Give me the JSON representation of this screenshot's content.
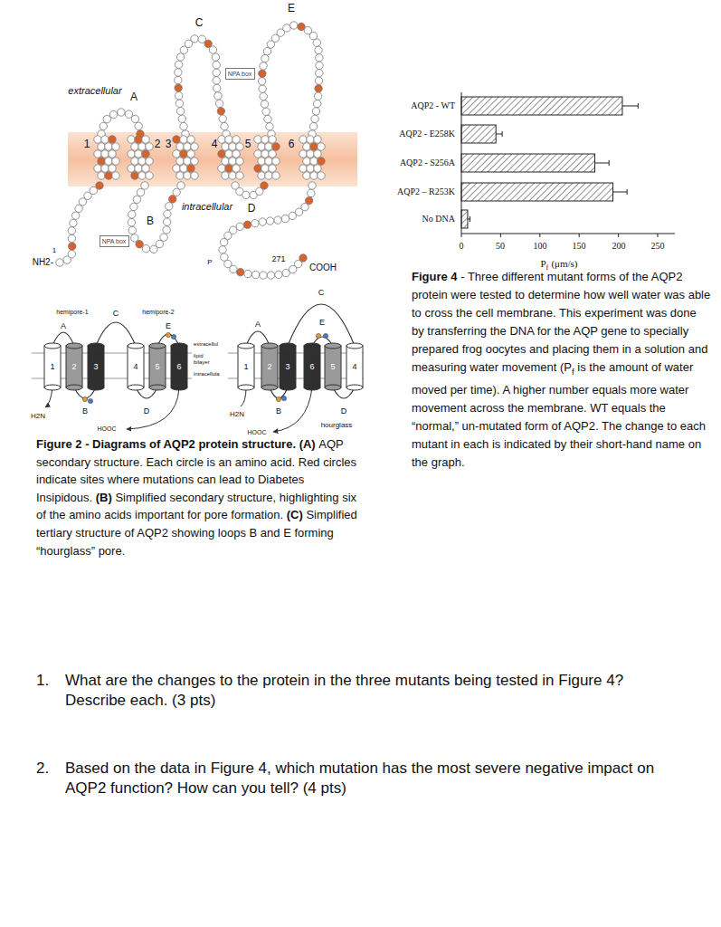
{
  "diagram": {
    "nodes": [
      {
        "text": [
          "NPA box"
        ]
      },
      {
        "text": [
          "NPA box"
        ]
      }
    ],
    "labels": [
      "E",
      "C",
      "extracellular",
      "A",
      "1",
      "2",
      "3",
      "4",
      "5",
      "6",
      "D",
      "intracellular",
      "B",
      "NH2-",
      "1",
      "P",
      "271",
      "COOH",
      "hemipore-1",
      "hemipore-2",
      "A",
      "C",
      "E",
      "B",
      "D",
      "1",
      "2",
      "3",
      "4",
      "5",
      "6",
      "extracellul",
      "lipid bilayer",
      "intracellula",
      "H2N",
      "HOOC",
      "A",
      "E",
      "C",
      "1",
      "2",
      "3",
      "6",
      "5",
      "4",
      "B",
      "D",
      "H2N",
      "hourglass",
      "HOOC",
      "Figure 2 - Diagrams of AQP2 protein structure.",
      "(A)",
      "AQP secondary structure. Each circle is an amino acid. Red circles indicate sites where mutations can lead to Diabetes Insipidous.",
      "(B)",
      "Simplified secondary structure, highlighting six of the amino acids important for pore formation.",
      "(C)",
      "Simplified tertiary structure of AQP2 showing loops B and E forming “hourglass” pore.",
      "AQP2 - WT",
      "AQP2 - E258K",
      "AQP2 - S256A",
      "AQP2 – R253K",
      "No DNA",
      "0",
      "50",
      "100",
      "150",
      "200",
      "250",
      "P",
      "f",
      "(μm/s)",
      "Figure 4",
      "- Three different mutant forms of the AQP2 protein were tested to determine how well water was able to cross the cell membrane. This experiment was done by transferring the DNA for the AQP gene to specially prepared frog oocytes and placing them in a solution and measuring water movement (P",
      "f",
      "is the amount of water moved per time). A higher number equals more water movement across the membrane. WT equals the “normal,” un-mutated form of AQP2. The change to each mutant in each is indicated by their short-hand name on the graph.",
      "1.",
      "What are the changes to the protein in the three mutants being tested in Figure 4? Describe each. (3 pts)",
      "2.",
      "Based on the data in Figure 4, which mutation has the most severe negative impact on AQP2 function? How can you tell? (4 pts)"
    ]
  }
}
